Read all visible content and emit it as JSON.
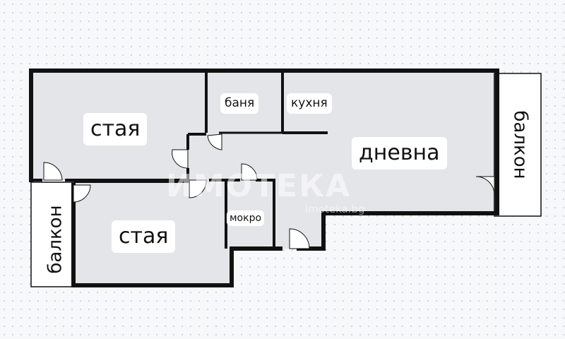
{
  "labels": {
    "room_top_left": "стая",
    "room_bottom_left": "стая",
    "bath": "баня",
    "kitchen": "кухня",
    "living": "дневна",
    "wet": "мокро",
    "balcony_right": "балкон",
    "balcony_left": "балкон"
  },
  "watermark": {
    "logo": "ИМОТЕКА",
    "url": "imoteka.bg"
  },
  "colors": {
    "wall": "#111111",
    "floor": "#e4e5e9",
    "balcony": "#ffffff",
    "door": "#ffffff"
  }
}
